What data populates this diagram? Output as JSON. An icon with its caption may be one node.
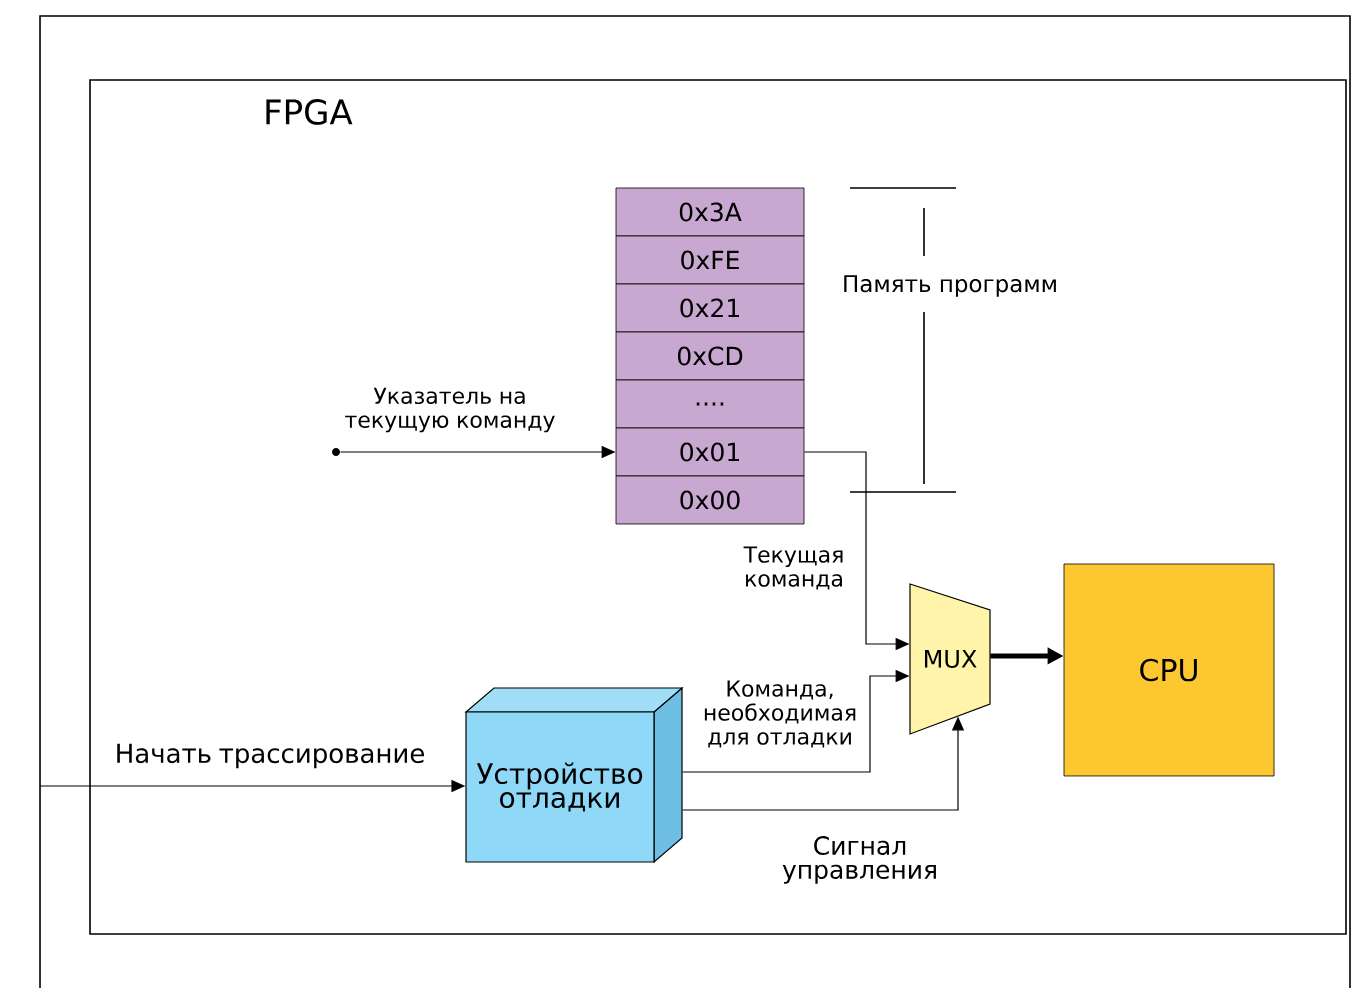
{
  "diagram": {
    "nodes": [
      {
        "text": [
          "FPGA"
        ]
      },
      {
        "text": [
          "0x3A"
        ],
        "in": 0
      },
      {
        "text": [
          "0xFE"
        ],
        "in": 0
      },
      {
        "text": [
          "0x21"
        ],
        "in": 0
      },
      {
        "text": [
          "0xCD"
        ],
        "in": 0
      },
      {
        "text": [
          "...."
        ],
        "in": 0
      },
      {
        "text": [
          "0x01"
        ],
        "in": 0
      },
      {
        "text": [
          "0x00"
        ],
        "in": 0
      },
      {
        "text": [],
        "shape": "circle",
        "in": 0
      },
      {
        "text": [
          "MUX"
        ],
        "in": 0
      },
      {
        "text": [
          "CPU"
        ],
        "in": 0
      },
      {
        "text": [
          "Устройство отладки"
        ],
        "in": 0
      }
    ],
    "edges": [
      {
        "from": 8,
        "to": 6,
        "arrow": "to",
        "label": "Указатель на текущую команду"
      },
      {
        "from": 6,
        "to": 9,
        "arrow": "to",
        "label": "Текущая команда"
      },
      {
        "from": 11,
        "to": 9,
        "arrow": "to",
        "label": "Команда, необходимая для отладки"
      },
      {
        "from": 11,
        "to": 9,
        "arrow": "to",
        "label": "Сигнал управления"
      },
      {
        "from": 9,
        "to": 10,
        "arrow": "to",
        "style": "thick"
      },
      {
        "from": null,
        "to": 11,
        "arrow": "to",
        "label": "Начать трассирование"
      }
    ],
    "labels": [
      "Память программ"
    ]
  }
}
